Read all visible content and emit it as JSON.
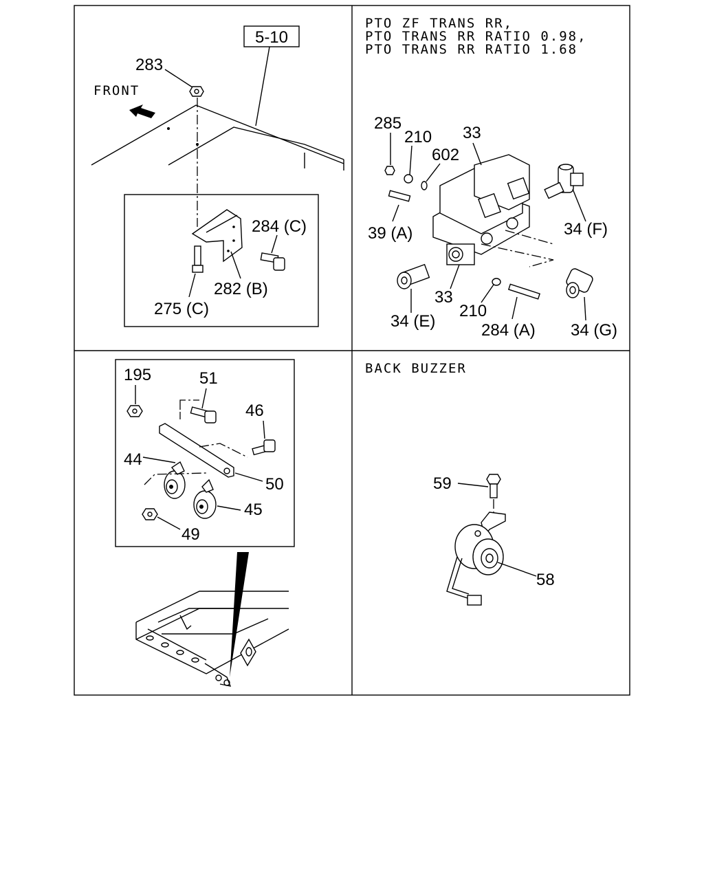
{
  "panels": {
    "top_left": {
      "ref_box": "5-10",
      "front_label": "FRONT",
      "callouts": {
        "c283": "283",
        "c284c": "284 (C)",
        "c282b": "282 (B)",
        "c275c": "275 (C)"
      }
    },
    "top_right": {
      "title_lines": [
        "PTO ZF TRANS RR,",
        "PTO TRANS RR RATIO 0.98,",
        "PTO TRANS RR RATIO 1.68"
      ],
      "callouts": {
        "c285": "285",
        "c210a": "210",
        "c33a": "33",
        "c602": "602",
        "c39a": "39 (A)",
        "c34f": "34 (F)",
        "c34e": "34 (E)",
        "c33b": "33",
        "c210b": "210",
        "c284a": "284 (A)",
        "c34g": "34 (G)"
      }
    },
    "bottom_left": {
      "callouts": {
        "c195": "195",
        "c51": "51",
        "c46": "46",
        "c44": "44",
        "c50": "50",
        "c45": "45",
        "c49": "49"
      }
    },
    "bottom_right": {
      "title": "BACK BUZZER",
      "callouts": {
        "c59": "59",
        "c58": "58"
      }
    }
  }
}
